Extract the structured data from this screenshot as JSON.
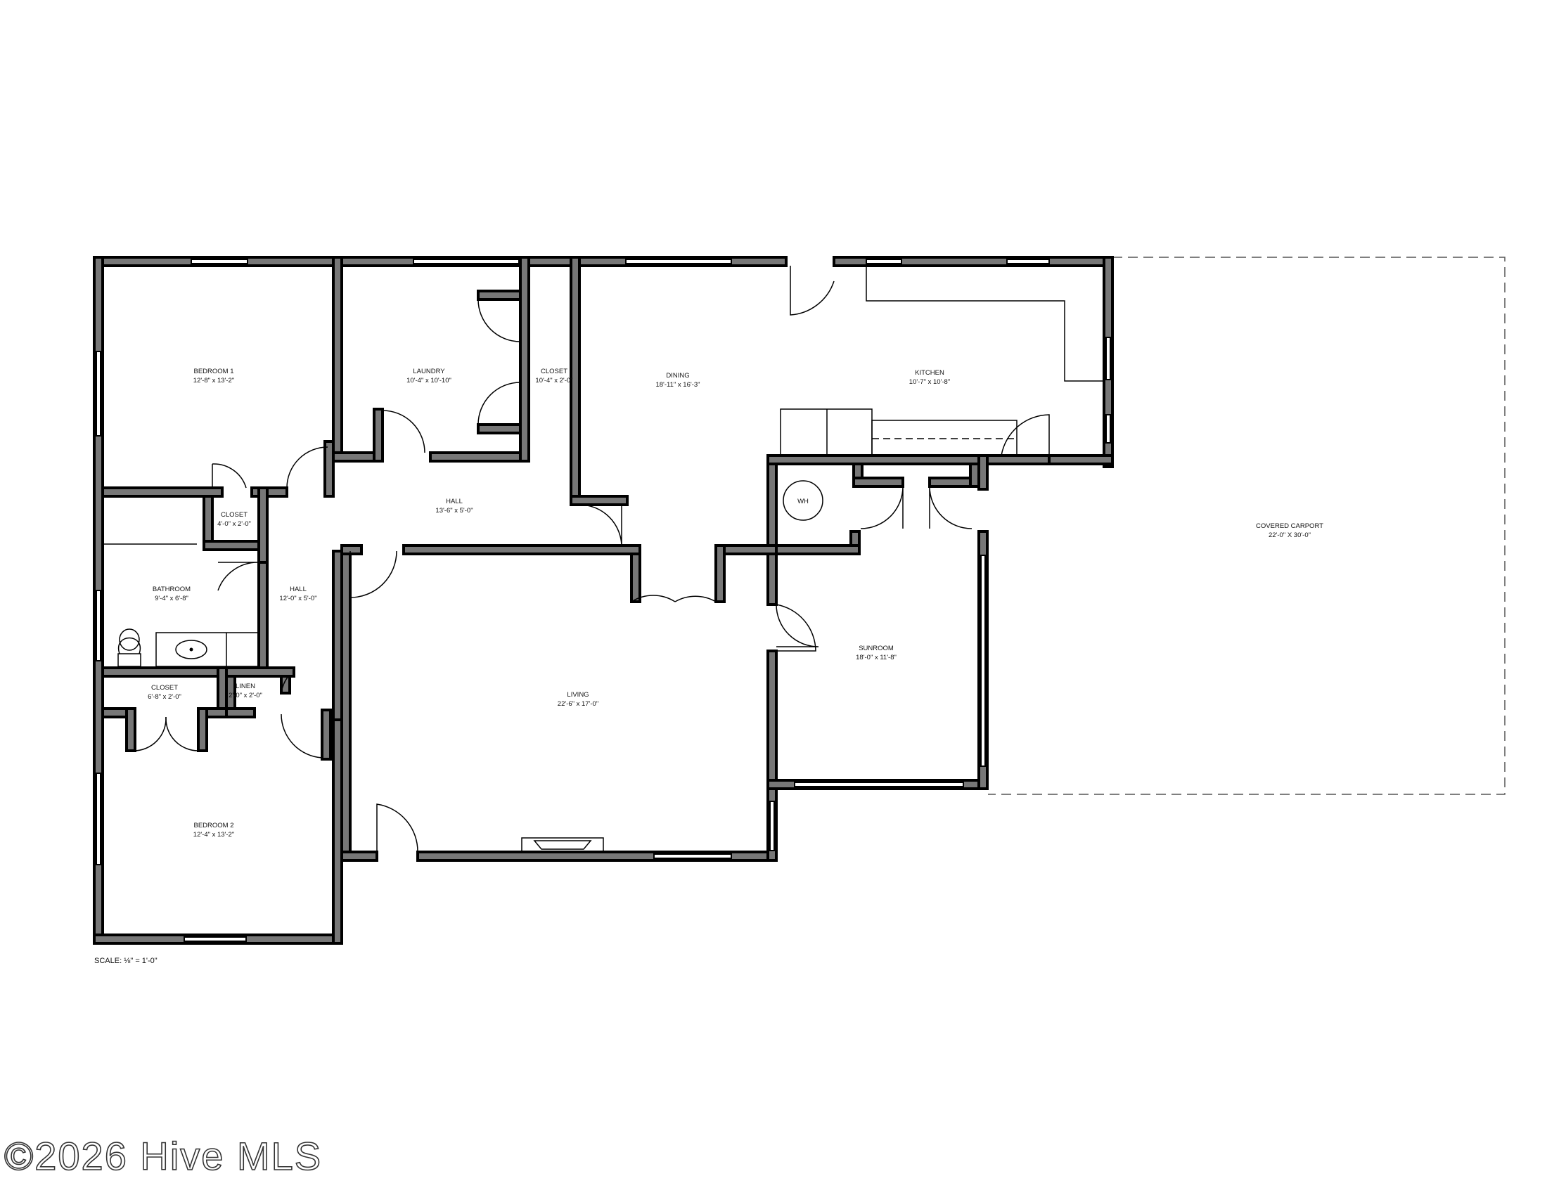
{
  "rooms": {
    "bedroom1": {
      "name": "BEDROOM 1",
      "dims": "12'-8\" x 13'-2\""
    },
    "laundry": {
      "name": "LAUNDRY",
      "dims": "10'-4\" x 10'-10\""
    },
    "closet_laundry": {
      "name": "CLOSET",
      "dims": "10'-4\" x 2'-0\""
    },
    "dining": {
      "name": "DINING",
      "dims": "18'-11\" x 16'-3\""
    },
    "kitchen": {
      "name": "KITCHEN",
      "dims": "10'-7\" x 10'-8\""
    },
    "hall_upper": {
      "name": "HALL",
      "dims": "13'-6\" x 5'-0\""
    },
    "closet_small": {
      "name": "CLOSET",
      "dims": "4'-0\" x 2'-0\""
    },
    "water_heater": {
      "name": "WH"
    },
    "bathroom": {
      "name": "BATHROOM",
      "dims": "9'-4\" x 6'-8\""
    },
    "hall_lower": {
      "name": "HALL",
      "dims": "12'-0\" x 5'-0\""
    },
    "sunroom": {
      "name": "SUNROOM",
      "dims": "18'-0\" x 11'-8\""
    },
    "closet_bed2": {
      "name": "CLOSET",
      "dims": "6'-8\" x 2'-0\""
    },
    "linen": {
      "name": "LINEN",
      "dims": "2'-0\" x 2'-0\""
    },
    "living": {
      "name": "LIVING",
      "dims": "22'-6\" x 17'-0\""
    },
    "bedroom2": {
      "name": "BEDROOM 2",
      "dims": "12'-4\" x 13'-2\""
    },
    "carport": {
      "name": "COVERED CARPORT",
      "dims": "22'-0\" X 30'-0\""
    }
  },
  "scale": "SCALE: ⅛\" = 1'-0\"",
  "watermark": "©2026 Hive MLS",
  "colors": {
    "wall_fill": "#777777",
    "outline": "#000000",
    "background": "#ffffff"
  }
}
